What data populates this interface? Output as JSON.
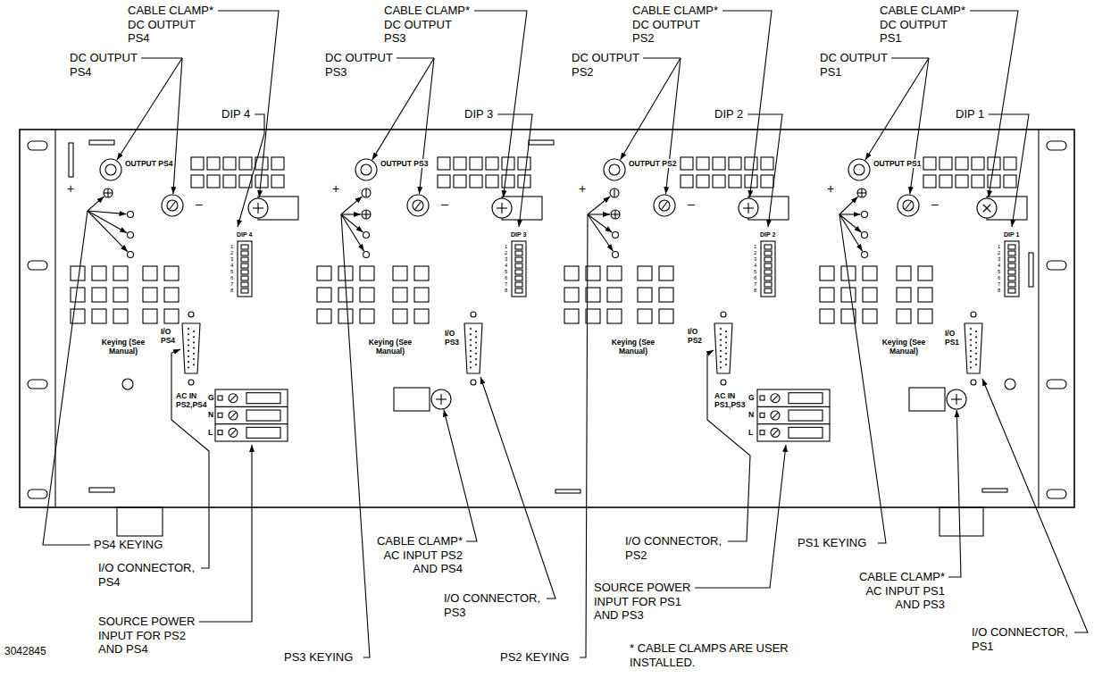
{
  "diagram": {
    "labels": [
      "CABLE CLAMP* DC OUTPUT PS4",
      "CABLE CLAMP* DC OUTPUT PS3",
      "CABLE CLAMP* DC OUTPUT PS2",
      "CABLE CLAMP* DC OUTPUT PS1",
      "DC OUTPUT PS4",
      "DC OUTPUT PS3",
      "DC OUTPUT PS2",
      "DC OUTPUT PS1",
      "DIP 4",
      "DIP 3",
      "DIP 2",
      "DIP 1",
      "OUTPUT PS4",
      "OUTPUT PS3",
      "OUTPUT PS2",
      "OUTPUT PS1",
      "+",
      "+",
      "+",
      "+",
      "–",
      "–",
      "–",
      "–",
      "DIP 4",
      "DIP 3",
      "DIP 2",
      "DIP 1",
      "1 2 3 4 5 6 7 8",
      "1 2 3 4 5 6 7 8",
      "1 2 3 4 5 6 7 8",
      "1 2 3 4 5 6 7 8",
      "Keying (See Manual)",
      "Keying (See Manual)",
      "Keying (See Manual)",
      "Keying (See Manual)",
      "I/O PS4",
      "I/O PS3",
      "I/O PS2",
      "I/O PS1",
      "AC IN PS2,PS4",
      "G",
      "N",
      "L",
      "AC IN PS1,PS3",
      "G",
      "N",
      "L",
      "PS4 KEYING",
      "I/O CONNECTOR, PS4",
      "SOURCE POWER INPUT FOR PS2 AND PS4",
      "3042845",
      "CABLE CLAMP* AC INPUT PS2 AND PS4",
      "I/O CONNECTOR, PS3",
      "PS3 KEYING",
      "PS2 KEYING",
      "I/O CONNECTOR, PS2",
      "SOURCE POWER INPUT FOR PS1 AND PS3",
      "* CABLE CLAMPS ARE USER INSTALLED.",
      "PS1 KEYING",
      "CABLE CLAMP* AC INPUT PS1 AND PS3",
      "I/O CONNECTOR, PS1"
    ]
  }
}
